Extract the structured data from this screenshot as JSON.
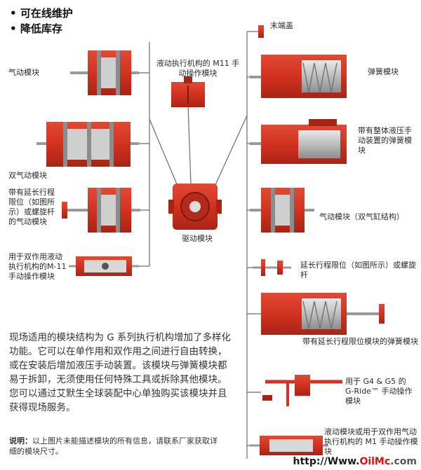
{
  "bullets": [
    "可在线维护",
    "降低库存"
  ],
  "labels": {
    "pneumatic_module": "气动模块",
    "double_pneumatic_module": "双气动模块",
    "extended_stroke_left": "带有延长行程限位（如图所示）或螺旋杆的气动模块",
    "double_acting_hydraulic": "用于双作用液动执行机构的M-11手动操作模块",
    "m11_manual": "液动执行机构的 M11 手动操作模块",
    "drive_module": "驱动模块",
    "end_cap": "末端盖",
    "spring_module": "弹簧模块",
    "integral_hydraulic": "带有整体液压手动装置的弹簧模块",
    "pneumatic_dual": "气动模块（双气缸结构）",
    "extended_stroke_right": "延长行程限位（如图所示）或螺旋杆",
    "spring_extended": "带有延长行程限位模块的弹簧模块",
    "g_ride": "用于 G4 & G5 的 G-Ride™ 手动操作模块",
    "bottom_right": "液动模块或用于双作用气动执行机构的 M1 手动操作模块"
  },
  "paragraph": "现场适用的模块结构为 G 系列执行机构增加了多样化功能。它可以在单作用和双作用之间进行自由转换，或在安装后增加液压手动装置。该模块与弹簧模块都易于拆卸，无须使用任何特殊工具或拆除其他模块。您可以通过艾默生全球装配中心单独购买该模块并且获得现场服务。",
  "note": {
    "prefix": "说明：",
    "text": "以上图片未能描述模块的所有信息，请联系厂家获取详细的模块尺寸。"
  },
  "watermark": {
    "prefix": "http://",
    "www": "Www.",
    "brand": "OilMc",
    "suffix": ".com"
  },
  "colors": {
    "module_red": "#d2321f",
    "module_dark": "#a82415",
    "line": "#6b6b6b"
  }
}
